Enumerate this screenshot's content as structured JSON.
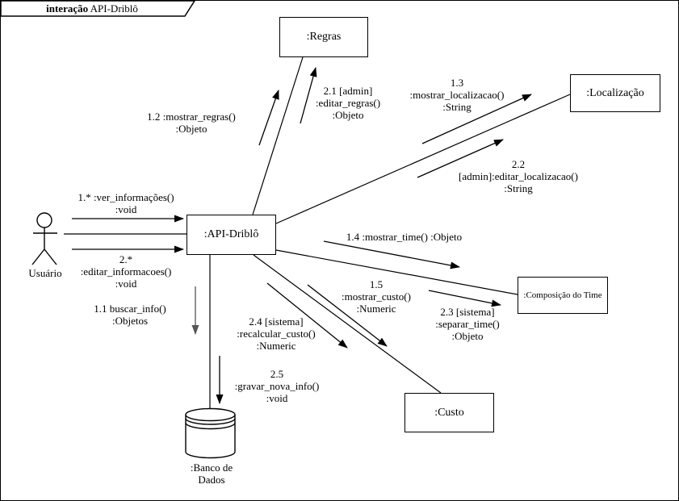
{
  "frame": {
    "title_keyword": "interação",
    "title_name": "API-Driblô"
  },
  "actor": {
    "label": "Usuário"
  },
  "objects": {
    "regras": ":Regras",
    "localizacao": ":Localização",
    "api": ":API-Driblô",
    "composicao": ":Composição do Time",
    "custo": ":Custo",
    "banco_line1": ":Banco de",
    "banco_line2": "Dados"
  },
  "messages": [
    {
      "seq": "1.*",
      "lines": [
        "1.* :ver_informações()",
        ":void"
      ]
    },
    {
      "seq": "2.*",
      "lines": [
        "2.*",
        ":editar_informacoes()",
        ":void"
      ]
    },
    {
      "seq": "1.1",
      "lines": [
        "1.1 buscar_info()",
        ":Objetos"
      ]
    },
    {
      "seq": "1.2",
      "lines": [
        "1.2 :mostrar_regras()",
        ":Objeto"
      ]
    },
    {
      "seq": "2.1",
      "lines": [
        "2.1 [admin]",
        ":editar_regras()",
        ":Objeto"
      ]
    },
    {
      "seq": "1.3",
      "lines": [
        "1.3",
        ":mostrar_localizacao()",
        ":String"
      ]
    },
    {
      "seq": "2.2",
      "lines": [
        "2.2",
        "[admin]:editar_localizacao()",
        ":String"
      ]
    },
    {
      "seq": "1.4",
      "lines": [
        "1.4 :mostrar_time() :Objeto"
      ]
    },
    {
      "seq": "1.5",
      "lines": [
        "1.5",
        ":mostrar_custo()",
        ":Numeric"
      ]
    },
    {
      "seq": "2.3",
      "lines": [
        "2.3 [sistema]",
        ":separar_time()",
        ":Objeto"
      ]
    },
    {
      "seq": "2.4",
      "lines": [
        "2.4 [sistema]",
        ":recalcular_custo()",
        ":Numeric"
      ]
    },
    {
      "seq": "2.5",
      "lines": [
        "2.5",
        ":gravar_nova_info()",
        ":void"
      ]
    }
  ],
  "colors": {
    "line": "#000000",
    "muted_arrow": "#555555",
    "background": "#ffffff"
  }
}
